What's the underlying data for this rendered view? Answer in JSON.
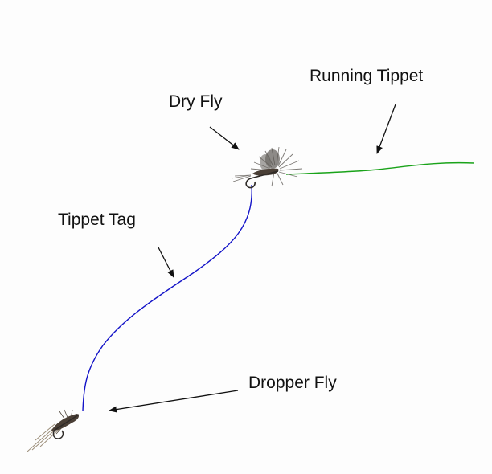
{
  "labels": {
    "running_tippet": "Running Tippet",
    "dry_fly": "Dry Fly",
    "tippet_tag": "Tippet Tag",
    "dropper_fly": "Dropper Fly"
  },
  "colors": {
    "running_tippet_line": "#1aa31a",
    "tippet_tag_line": "#1414c8",
    "arrow": "#111111",
    "fly_hackle": "#6e6a66",
    "fly_body": "#4a3f36"
  },
  "icons": {
    "dry_fly": "dry-fly-illustration",
    "dropper_fly": "dropper-fly-illustration"
  }
}
